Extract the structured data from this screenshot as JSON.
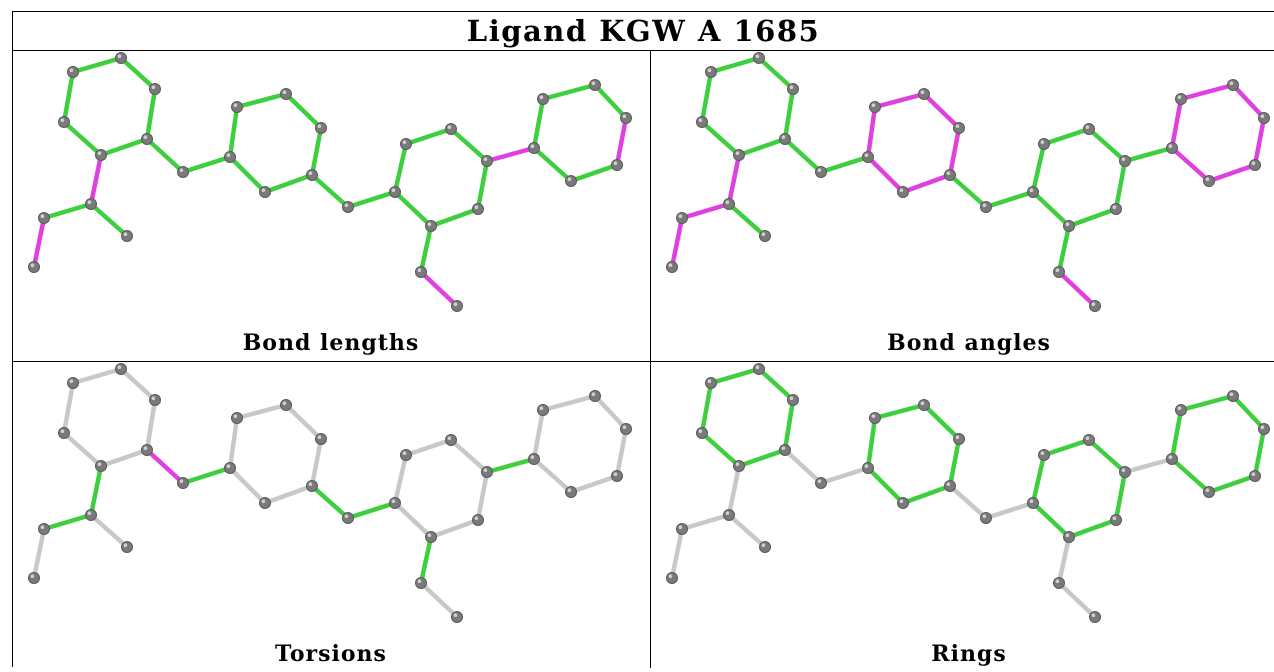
{
  "title": "Ligand KGW A 1685",
  "colors": {
    "ok": "#3ecf3e",
    "outlier": "#e040e0",
    "unused": "#c8c8c8",
    "atom": "#7a7a7a"
  },
  "panels": [
    {
      "label": "Bond lengths"
    },
    {
      "label": "Bond angles"
    },
    {
      "label": "Torsions"
    },
    {
      "label": "Rings"
    }
  ]
}
